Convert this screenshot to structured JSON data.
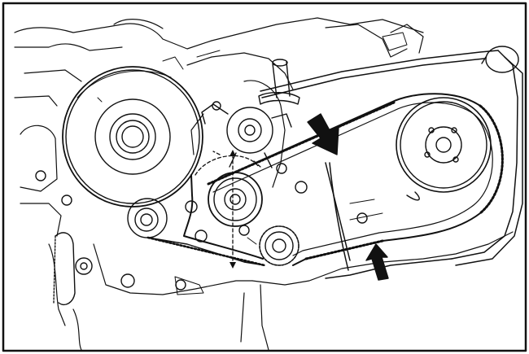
{
  "figure": {
    "kind": "engine timing belt line drawing",
    "colors": {
      "line": "#111111",
      "background": "#ffffff"
    },
    "parts": {
      "crank_pulley": "crankshaft-pulley",
      "cam_sprocket": "camshaft-sprocket",
      "tensioner": "tensioner-pulley",
      "idler": "idler-pulley",
      "oil_pump_sprocket": "oil-pump-sprocket",
      "belt": "timing-belt",
      "arrows": [
        "belt-direction-arrow-upper",
        "belt-direction-arrow-lower"
      ]
    }
  }
}
